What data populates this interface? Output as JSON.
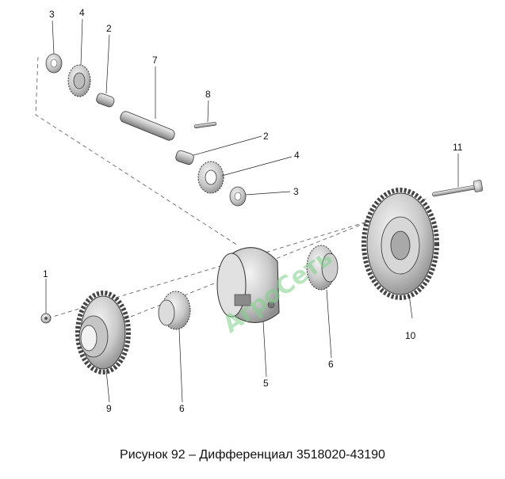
{
  "caption": "Рисунок 92 – Дифференциал 3518020-43190",
  "watermark": "АгроСеть",
  "callouts": [
    "3",
    "4",
    "2",
    "7",
    "8",
    "2",
    "4",
    "3",
    "11",
    "1",
    "10",
    "6",
    "5",
    "6",
    "9"
  ]
}
